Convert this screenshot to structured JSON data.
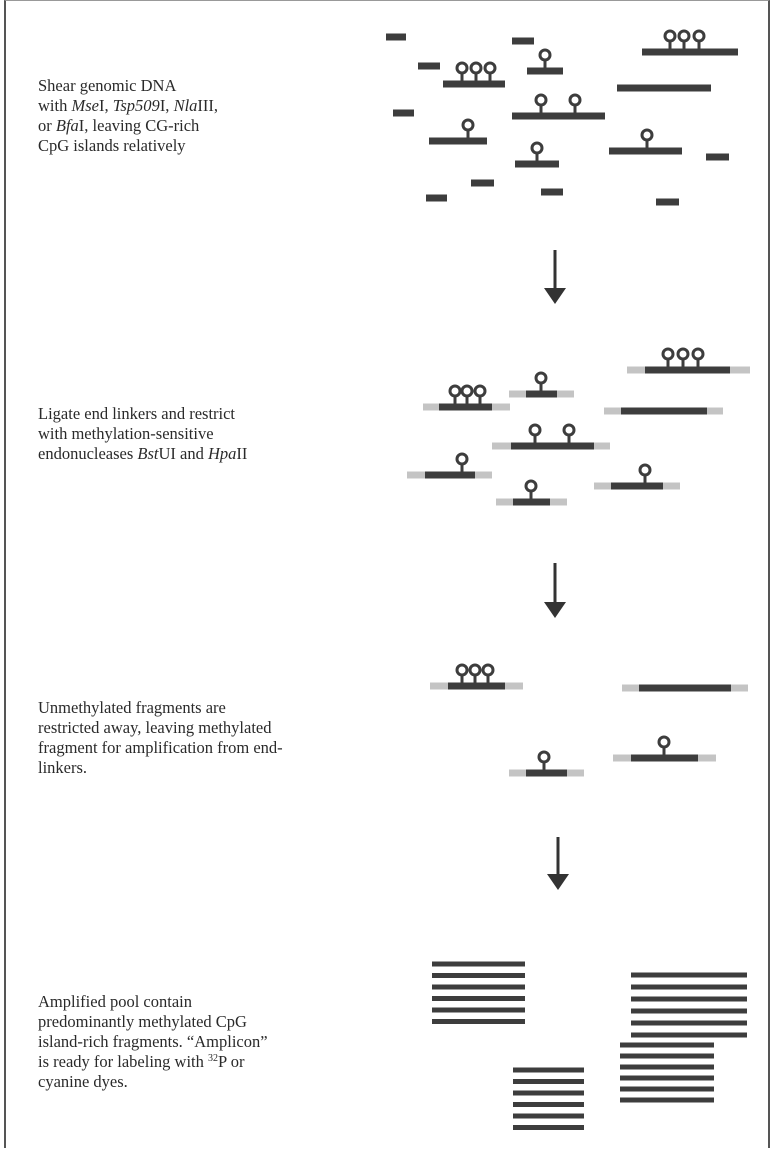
{
  "steps": [
    {
      "id": "shear",
      "lines": [
        [
          {
            "t": "Shear genomic DNA"
          }
        ],
        [
          {
            "t": "with "
          },
          {
            "t": "Mse",
            "i": true
          },
          {
            "t": "I, "
          },
          {
            "t": "Tsp509",
            "i": true
          },
          {
            "t": "I, "
          },
          {
            "t": "Nla",
            "i": true
          },
          {
            "t": "III,"
          }
        ],
        [
          {
            "t": "or "
          },
          {
            "t": "Bfa",
            "i": true
          },
          {
            "t": "I, leaving CG-rich"
          }
        ],
        [
          {
            "t": "CpG islands relatively"
          }
        ]
      ]
    },
    {
      "id": "ligate",
      "lines": [
        [
          {
            "t": "Ligate end linkers and restrict"
          }
        ],
        [
          {
            "t": "with methylation-sensitive"
          }
        ],
        [
          {
            "t": "endonucleases "
          },
          {
            "t": "Bst",
            "i": true
          },
          {
            "t": "UI and "
          },
          {
            "t": "Hpa",
            "i": true
          },
          {
            "t": "II"
          }
        ]
      ]
    },
    {
      "id": "restrict",
      "lines": [
        [
          {
            "t": "Unmethylated fragments are"
          }
        ],
        [
          {
            "t": "restricted away, leaving methylated"
          }
        ],
        [
          {
            "t": "fragment for amplification from end-"
          }
        ],
        [
          {
            "t": "linkers."
          }
        ]
      ]
    },
    {
      "id": "amplify",
      "lines": [
        [
          {
            "t": "Amplified pool contain"
          }
        ],
        [
          {
            "t": "predominantly methylated CpG"
          }
        ],
        [
          {
            "t": "island-rich fragments.  “Amplicon”"
          }
        ],
        [
          {
            "t": "is ready for labeling with "
          },
          {
            "t": "32",
            "sup": true
          },
          {
            "t": "P or"
          }
        ],
        [
          {
            "t": "cyanine dyes."
          }
        ]
      ]
    }
  ],
  "colors": {
    "fragment": "#3d3d3d",
    "linker": "#c4c4c4",
    "arrow": "#333333",
    "text": "#2a2a2a"
  },
  "icons": {
    "methyl_mark": "lollipop",
    "step_arrow": "down-arrow"
  }
}
